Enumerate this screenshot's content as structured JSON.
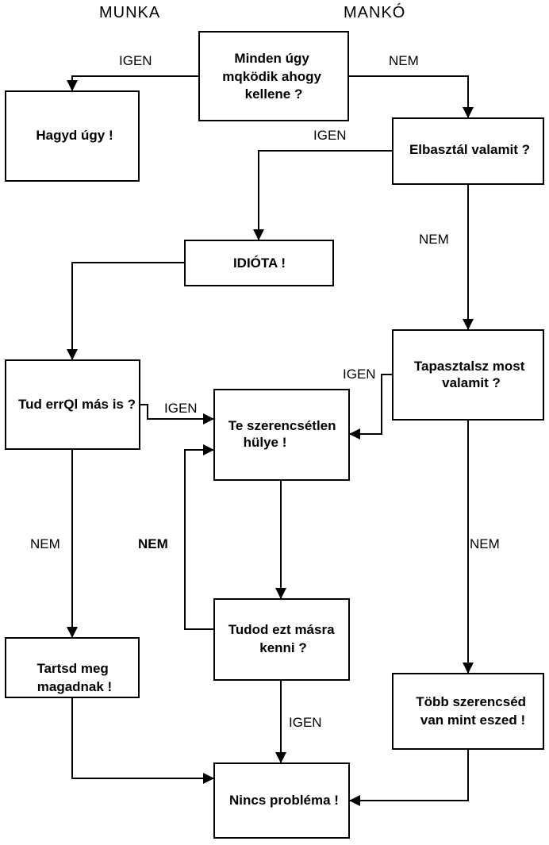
{
  "headers": {
    "left": "MUNKA",
    "right": "MANKÓ"
  },
  "nodes": {
    "minden": {
      "lines": [
        "Minden úgy",
        "mqködik ahogy",
        "kellene ?"
      ]
    },
    "hagyd": {
      "lines": [
        "Hagyd úgy !"
      ]
    },
    "elbasz": {
      "lines": [
        "Elbasztál valamit ?"
      ]
    },
    "idiota": {
      "lines": [
        "IDIÓTA !"
      ]
    },
    "tapaszt": {
      "lines": [
        "Tapasztalsz most",
        "valamit ?"
      ]
    },
    "tud": {
      "lines": [
        "Tud errQl más is ?"
      ]
    },
    "szerencs": {
      "lines": [
        "Te szerencsétlen",
        "hülye !"
      ]
    },
    "tudod": {
      "lines": [
        "Tudod ezt másra",
        "kenni ?"
      ]
    },
    "tartsd": {
      "lines": [
        "Tartsd meg",
        "magadnak !"
      ]
    },
    "tobb": {
      "lines": [
        "Több szerencséd",
        "van mint eszed !"
      ]
    },
    "nincs": {
      "lines": [
        "Nincs probléma !"
      ]
    }
  },
  "edge_labels": {
    "minden_hagyd": "IGEN",
    "minden_elbasz": "NEM",
    "elbasz_idiota": "IGEN",
    "elbasz_tapaszt": "NEM",
    "tapaszt_szerencs": "IGEN",
    "tud_szerencs": "IGEN",
    "tud_tartsd": "NEM",
    "tudod_szerencs": "NEM",
    "tapaszt_tobb": "NEM",
    "tudod_nincs": "IGEN"
  }
}
